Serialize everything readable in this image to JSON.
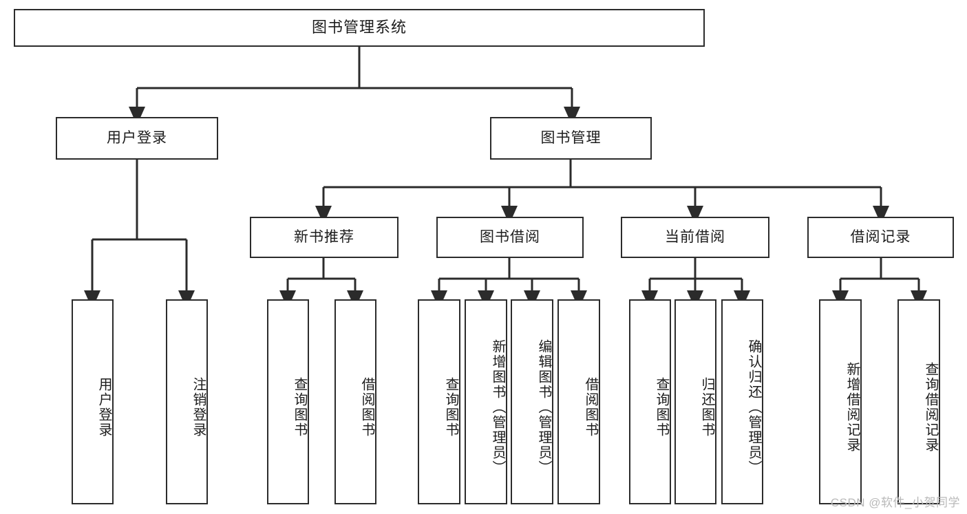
{
  "diagram": {
    "title": "图书管理系统",
    "type": "tree-hierarchy",
    "root": {
      "label": "图书管理系统"
    },
    "level2": [
      {
        "label": "用户登录"
      },
      {
        "label": "图书管理"
      }
    ],
    "level3": [
      {
        "label": "新书推荐"
      },
      {
        "label": "图书借阅"
      },
      {
        "label": "当前借阅"
      },
      {
        "label": "借阅记录"
      }
    ],
    "leaves": {
      "user_login": [
        "用户登录",
        "注销登录"
      ],
      "new_book_recommend": [
        "查询图书",
        "借阅图书"
      ],
      "book_borrow": [
        "查询图书",
        "新增图书（管理员）",
        "编辑图书（管理员）",
        "借阅图书"
      ],
      "current_borrow": [
        "查询图书",
        "归还图书",
        "确认归还（管理员）"
      ],
      "borrow_record": [
        "新增借阅记录",
        "查询借阅记录"
      ]
    }
  },
  "watermark": {
    "text": "CSDN @软件_小贺同学"
  },
  "colors": {
    "border": "#2b2b2b",
    "line": "#2b2b2b",
    "background": "#ffffff",
    "text": "#1c1c1c",
    "watermark": "#b9b9b9"
  }
}
